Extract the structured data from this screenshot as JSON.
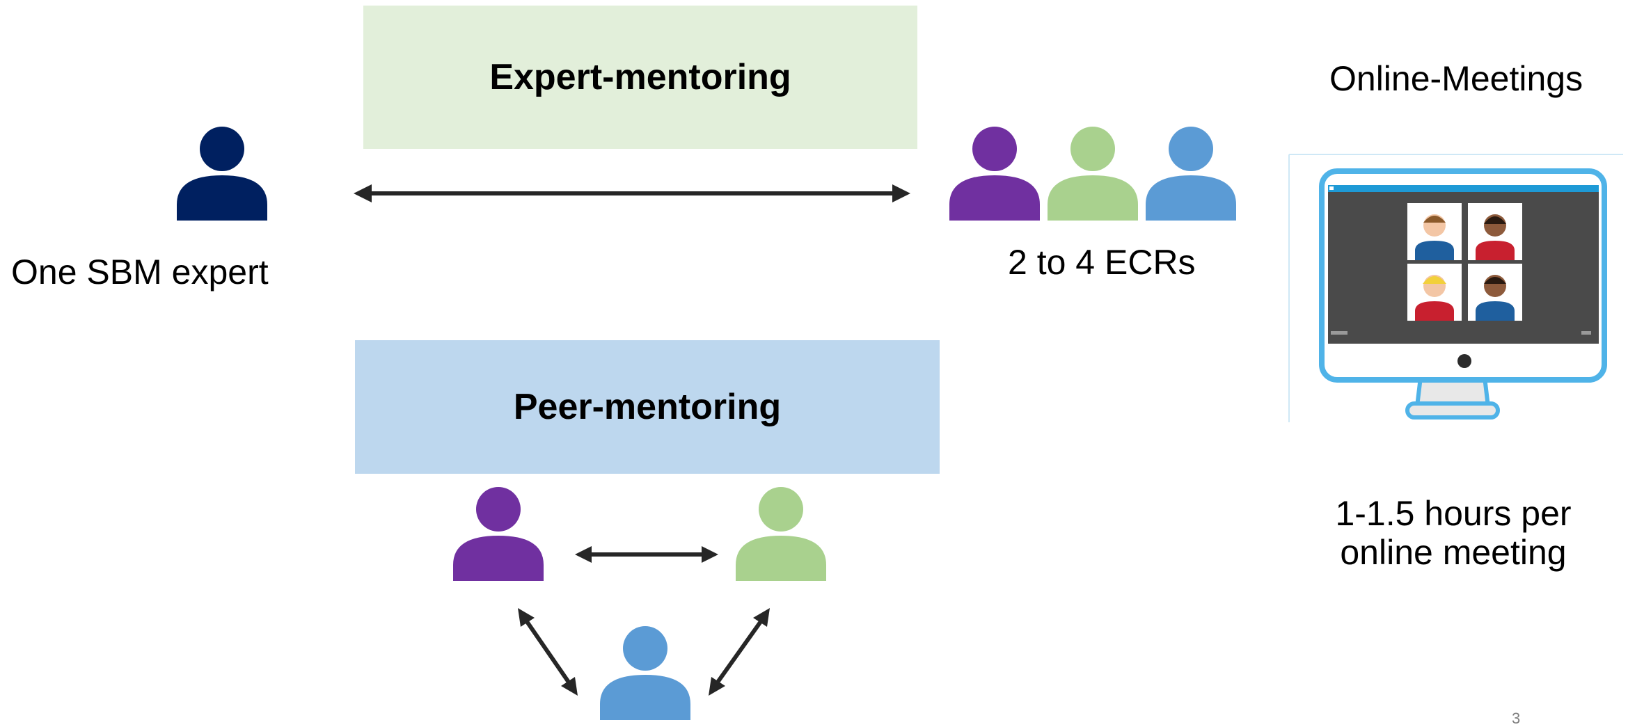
{
  "expert_box": {
    "label": "Expert-mentoring",
    "color": "#e2efda"
  },
  "peer_box": {
    "label": "Peer-mentoring",
    "color": "#bdd7ee"
  },
  "expert_label": "One SBM expert",
  "ecr_label": "2 to 4 ECRs",
  "online_title": "Online-Meetings",
  "duration": {
    "line1": "1-1.5 hours per",
    "line2": "online meeting"
  },
  "page_number": "3",
  "colors": {
    "expert": "#002060",
    "purple": "#7030a0",
    "green": "#a9d18e",
    "blue": "#5b9bd5",
    "arrow": "#262626",
    "monitor_frame": "#4fb3e8",
    "screen": "#4a4a4a"
  },
  "icons": [
    "person-icon",
    "double-arrow-icon",
    "computer-monitor-icon",
    "video-call-participant-icon"
  ]
}
